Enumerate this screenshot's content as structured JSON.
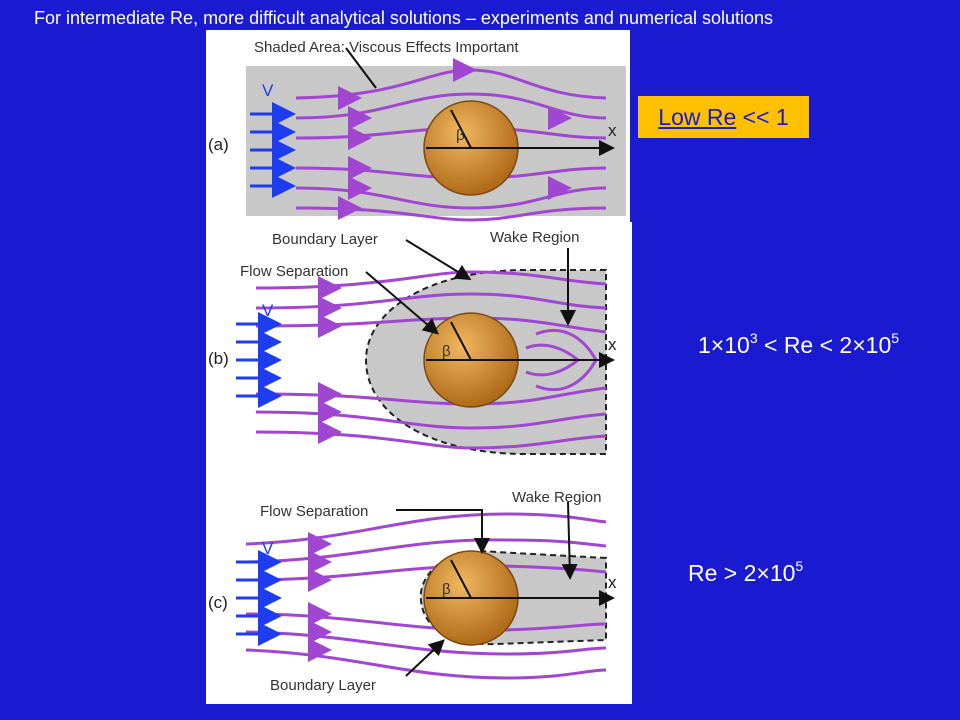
{
  "intro_text": "For intermediate Re, more difficult analytical solutions – experiments and numerical solutions",
  "panel_a": {
    "tag": "(a)",
    "annotation": "Shaded Area: Viscous Effects Important",
    "velocity": "V",
    "angle": "β",
    "axis": "x"
  },
  "panel_b": {
    "tag": "(b)",
    "boundary_layer": "Boundary Layer",
    "wake_region": "Wake Region",
    "flow_separation": "Flow Separation",
    "velocity": "V",
    "angle": "β",
    "axis": "x"
  },
  "panel_c": {
    "tag": "(c)",
    "flow_separation": "Flow Separation",
    "wake_region": "Wake Region",
    "boundary_layer": "Boundary Layer",
    "velocity": "V",
    "angle": "β",
    "axis": "x"
  },
  "regime_low": {
    "link": "Low Re",
    "rest": " << 1"
  },
  "regime_mid": {
    "a": "1×10",
    "a_exp": "3",
    "mid": " < Re < 2×10",
    "b_exp": "5"
  },
  "regime_high": {
    "a": "Re > 2×10",
    "a_exp": "5"
  },
  "colors": {
    "background": "#1a1ad0",
    "highlight": "#ffc000",
    "streamline": "#a046d0",
    "inflow_arrow": "#1e3cf0",
    "sphere": "#d08a2a",
    "shaded_region": "#c8c8c8"
  }
}
